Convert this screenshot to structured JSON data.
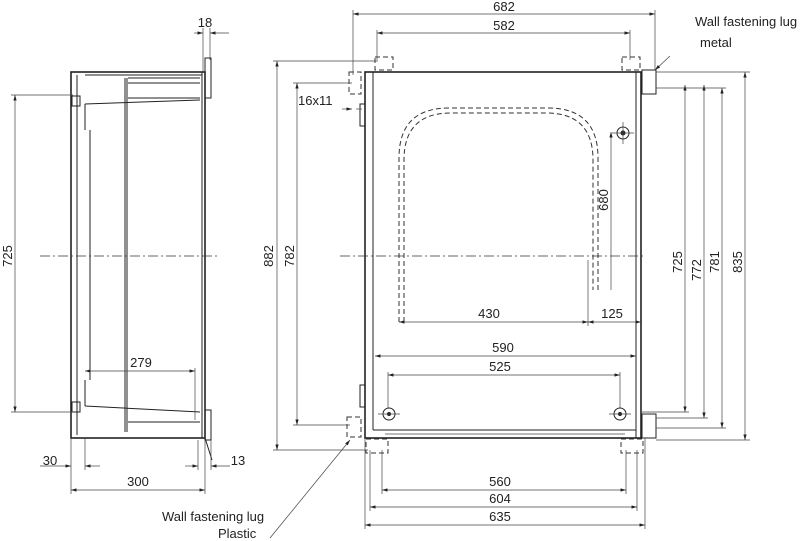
{
  "dimensions": {
    "overall_width": "682",
    "top_lug_spacing": "582",
    "lug_depth": "18",
    "slot_size": "16x11",
    "overall_height": "882",
    "lug_height": "782",
    "side_height": "725",
    "window_height": "680",
    "right_725": "725",
    "right_772": "772",
    "right_781": "781",
    "right_835": "835",
    "window_width": "430",
    "window_offset": "125",
    "inner_width": "590",
    "screw_spacing": "525",
    "bottom_560": "560",
    "bottom_604": "604",
    "bottom_635": "635",
    "side_inner_depth": "279",
    "side_depth": "300",
    "side_front_offset": "30",
    "side_rear_offset": "13"
  },
  "labels": {
    "metal_lug_line1": "Wall fastening lug",
    "metal_lug_line2": "metal",
    "plastic_lug_line1": "Wall fastening lug",
    "plastic_lug_line2": "Plastic"
  }
}
